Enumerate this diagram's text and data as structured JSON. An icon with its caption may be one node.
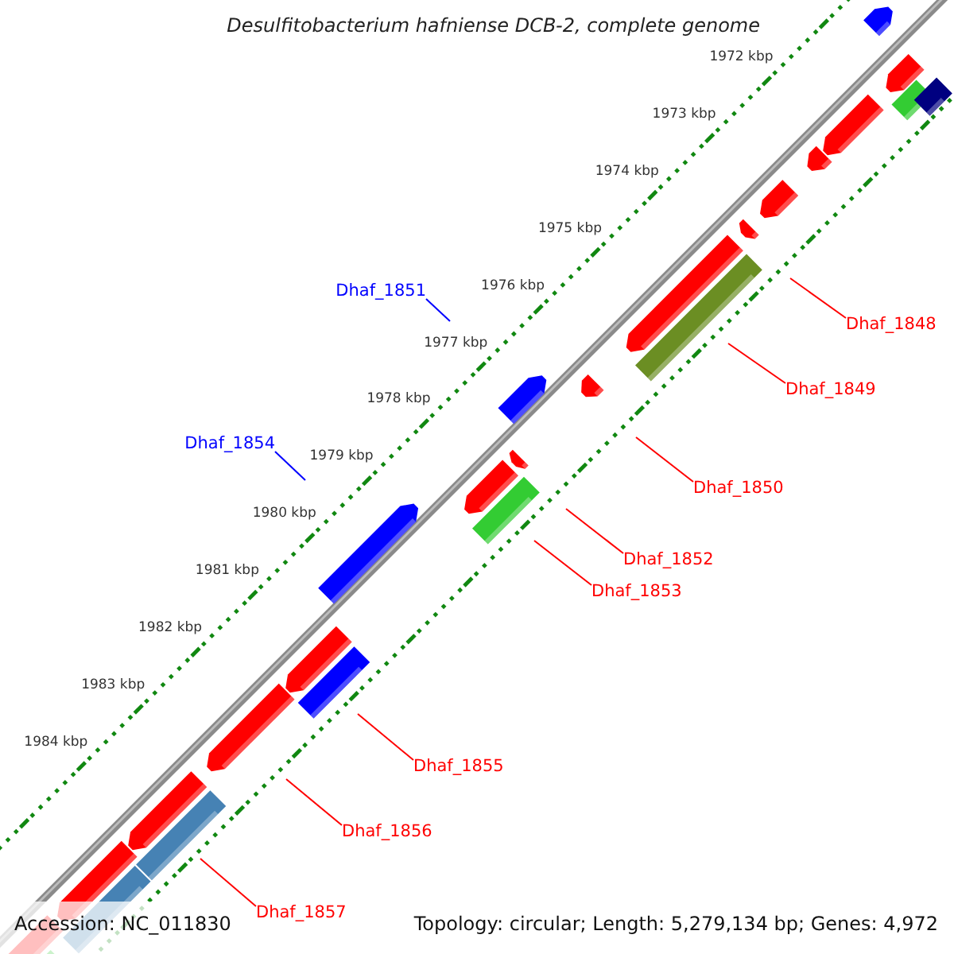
{
  "diagram": {
    "title": "Desulfitobacterium hafniense DCB-2, complete genome",
    "nodes": [
      {
        "text": [
          "Dhaf_1851"
        ]
      },
      {
        "text": [
          "Dhaf_1848"
        ]
      },
      {
        "text": [
          "Dhaf_1849"
        ]
      },
      {
        "text": [
          "Dhaf_1854"
        ]
      },
      {
        "text": [
          "Dhaf_1850"
        ]
      },
      {
        "text": [
          "Dhaf_1852"
        ]
      },
      {
        "text": [
          "Dhaf_1853"
        ]
      },
      {
        "text": [
          "Dhaf_1855"
        ]
      },
      {
        "text": [
          "Dhaf_1856"
        ]
      },
      {
        "text": [
          "Dhaf_1857"
        ]
      }
    ],
    "edges": [
      {
        "from": 0,
        "to": null,
        "arrow": "none",
        "color": "#0000ff"
      },
      {
        "from": 1,
        "to": null,
        "arrow": "none"
      },
      {
        "from": 2,
        "to": null,
        "arrow": "none"
      },
      {
        "from": 3,
        "to": null,
        "arrow": "none",
        "color": "#0000ff"
      },
      {
        "from": 4,
        "to": null,
        "arrow": "none"
      },
      {
        "from": 5,
        "to": null,
        "arrow": "none"
      },
      {
        "from": 6,
        "to": null,
        "arrow": "none"
      },
      {
        "from": 7,
        "to": null,
        "arrow": "none"
      },
      {
        "from": 8,
        "to": null,
        "arrow": "none"
      },
      {
        "from": 9,
        "to": null,
        "arrow": "none"
      }
    ],
    "labels": [
      "1972 kbp",
      "1973 kbp",
      "1974 kbp",
      "1975 kbp",
      "1976 kbp",
      "1977 kbp",
      "1978 kbp",
      "1979 kbp",
      "1980 kbp",
      "1981 kbp",
      "1982 kbp",
      "1983 kbp",
      "1984 kbp",
      "Accession: NC_011830",
      "Topology: circular; Length: 5,279,134 bp; Genes: 4,972"
    ]
  }
}
